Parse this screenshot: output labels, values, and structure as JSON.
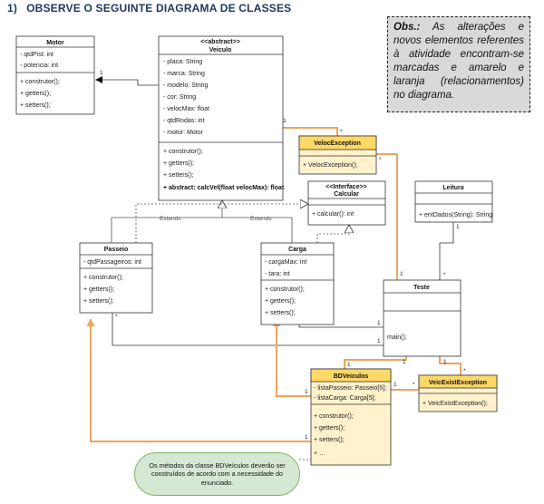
{
  "heading": {
    "number": "1)",
    "text": "OBSERVE O SEGUINTE DIAGRAMA DE CLASSES"
  },
  "obs": {
    "label": "Obs.:",
    "text": "As alterações e novos elementos referentes à atividade encontram-se marcadas e amarelo e laranja (relacionamentos) no diagrama."
  },
  "note": "Os métodos da classe BDVeículos deverão ser construídos de acordo com a necessidade do enunciado.",
  "colors": {
    "highlight_fill": "#fff2cc",
    "highlight_header": "#ffd966",
    "orange_link": "#f0a45b",
    "note_fill": "#d5e8d4",
    "obs_fill": "#d9d9d9"
  },
  "classes": {
    "motor": {
      "title": "Motor",
      "attributes": [
        "- qtdPist: int",
        "- potencia: int"
      ],
      "methods": [
        "+ construtor();",
        "+ getters();",
        "+ setters();"
      ]
    },
    "veiculo": {
      "stereotype": "<<abstract>>",
      "title": "Veiculo",
      "attributes": [
        "- placa: String",
        "- marca: String",
        "- modelo: String",
        "- cor: String",
        "- velocMax: float",
        "- qtdRodas: int",
        "- motor: Motor"
      ],
      "methods": [
        "+ construtor();",
        "+ getters();",
        "+ setters();",
        "+ abstract: calcVel(float velocMax): float"
      ]
    },
    "veloc_exception": {
      "title": "VelocException",
      "methods": [
        "+ VelocException();"
      ]
    },
    "calcular": {
      "stereotype": "<<Interface>>",
      "title": "Calcular",
      "methods": [
        "+ calcular(): int"
      ]
    },
    "leitura": {
      "title": "Leitura",
      "methods": [
        "+ entDados(String): String"
      ]
    },
    "passeio": {
      "title": "Passeio",
      "attributes": [
        "- qtdPassageiros: int"
      ],
      "methods": [
        "+ construtor();",
        "+ getters();",
        "+ setters();"
      ]
    },
    "carga": {
      "title": "Carga",
      "attributes": [
        "- cargaMax: int",
        "- tara: int"
      ],
      "methods": [
        "+ construtor();",
        "+ getters();",
        "+ setters();"
      ]
    },
    "teste": {
      "title": "Teste",
      "methods": [
        "main();"
      ]
    },
    "bdveiculos": {
      "title": "BDVeiculos",
      "attributes": [
        "- listaPasseio: Passeio[5];",
        "- listaCarga: Carga[5];"
      ],
      "methods": [
        "+ construtor();",
        "+ getters();",
        "+ setters();",
        "+ …"
      ]
    },
    "veic_exist_exception": {
      "title": "VeicExistException",
      "methods": [
        "+ VeicExistException();"
      ]
    }
  },
  "relations": {
    "extends_label": "Extends",
    "one": "1",
    "many": "*"
  }
}
